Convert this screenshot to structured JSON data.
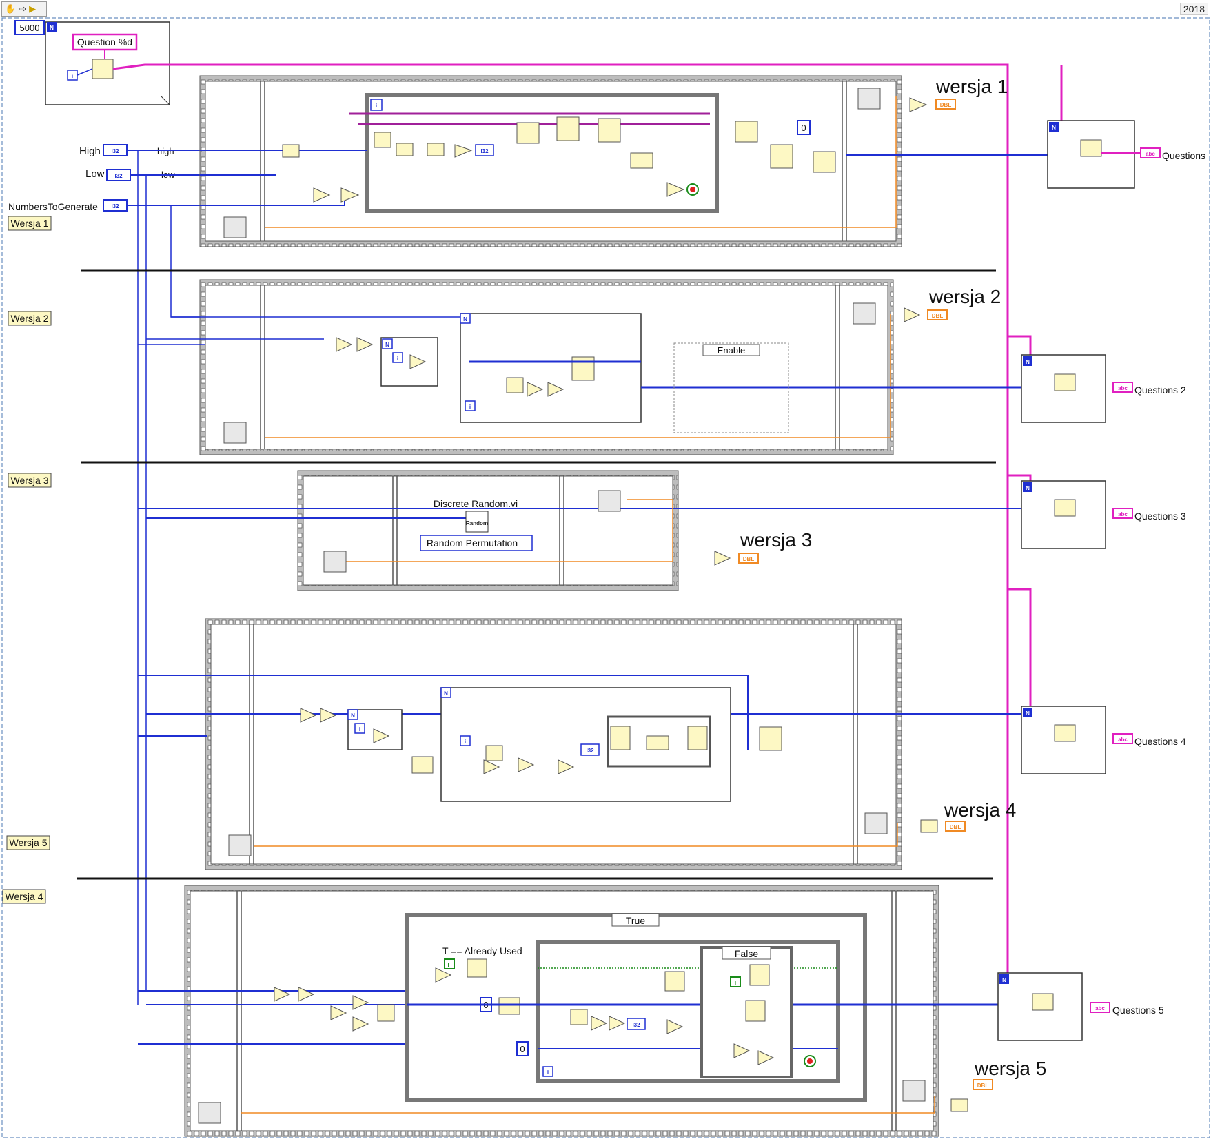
{
  "version_label": "2018",
  "toolbar": {
    "icons": [
      "hand-icon",
      "arrow-icon",
      "run-icon"
    ]
  },
  "format": {
    "count": "5000",
    "format_string": "Question %d"
  },
  "controls": {
    "high": "High",
    "low": "Low",
    "numbers": "NumbersToGenerate",
    "type": "I32"
  },
  "wire_labels": {
    "high": "high",
    "low": "low"
  },
  "comments": [
    "Wersja 1",
    "Wersja 2",
    "Wersja 3",
    "Wersja 5",
    "Wersja 4"
  ],
  "section_titles": [
    "wersja 1",
    "wersja 2",
    "wersja 3",
    "wersja 4",
    "wersja 5"
  ],
  "outputs": [
    "Questions",
    "Questions 2",
    "Questions 3",
    "Questions 4",
    "Questions 5"
  ],
  "node_text": {
    "n": "N",
    "i": "i",
    "i32": "I32",
    "dbl": "DBL",
    "abc": "abc",
    "zero": "0",
    "true_const": "T",
    "false_const": "F",
    "discrete_random": "Discrete Random.vi",
    "random": "Random",
    "random_permutation": "Random Permutation",
    "enable": "Enable",
    "case_true": "True",
    "case_false": "False",
    "already_used": "T == Already Used"
  },
  "colors": {
    "int_wire": "#1f2fd2",
    "dbl_wire": "#f08a24",
    "str_wire": "#e020c0",
    "bool_wire": "#1a8c1a",
    "comment_bg": "#fdf8c4",
    "frame": "#555555"
  }
}
